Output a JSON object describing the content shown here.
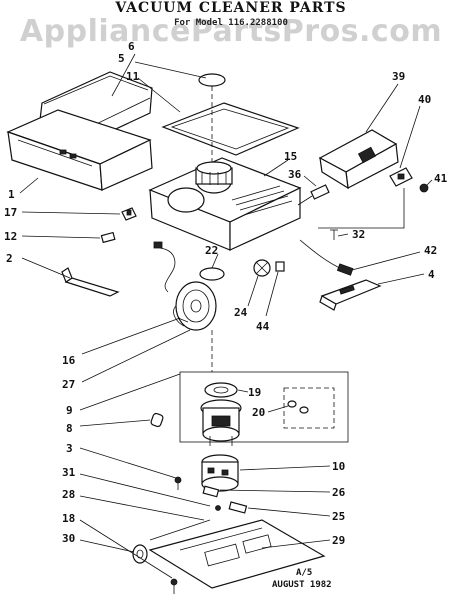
{
  "title": "VACUUM CLEANER PARTS",
  "model": "For Model 116.2288100",
  "watermark": "AppliancePartsPros.com",
  "callouts": [
    "1",
    "2",
    "3",
    "4",
    "5",
    "6",
    "8",
    "9",
    "10",
    "11",
    "12",
    "15",
    "16",
    "17",
    "18",
    "19",
    "20",
    "22",
    "24",
    "25",
    "26",
    "27",
    "28",
    "29",
    "30",
    "31",
    "32",
    "36",
    "39",
    "40",
    "41",
    "42",
    "44"
  ],
  "footer": {
    "page": "A/5",
    "date": "AUGUST 1982"
  }
}
